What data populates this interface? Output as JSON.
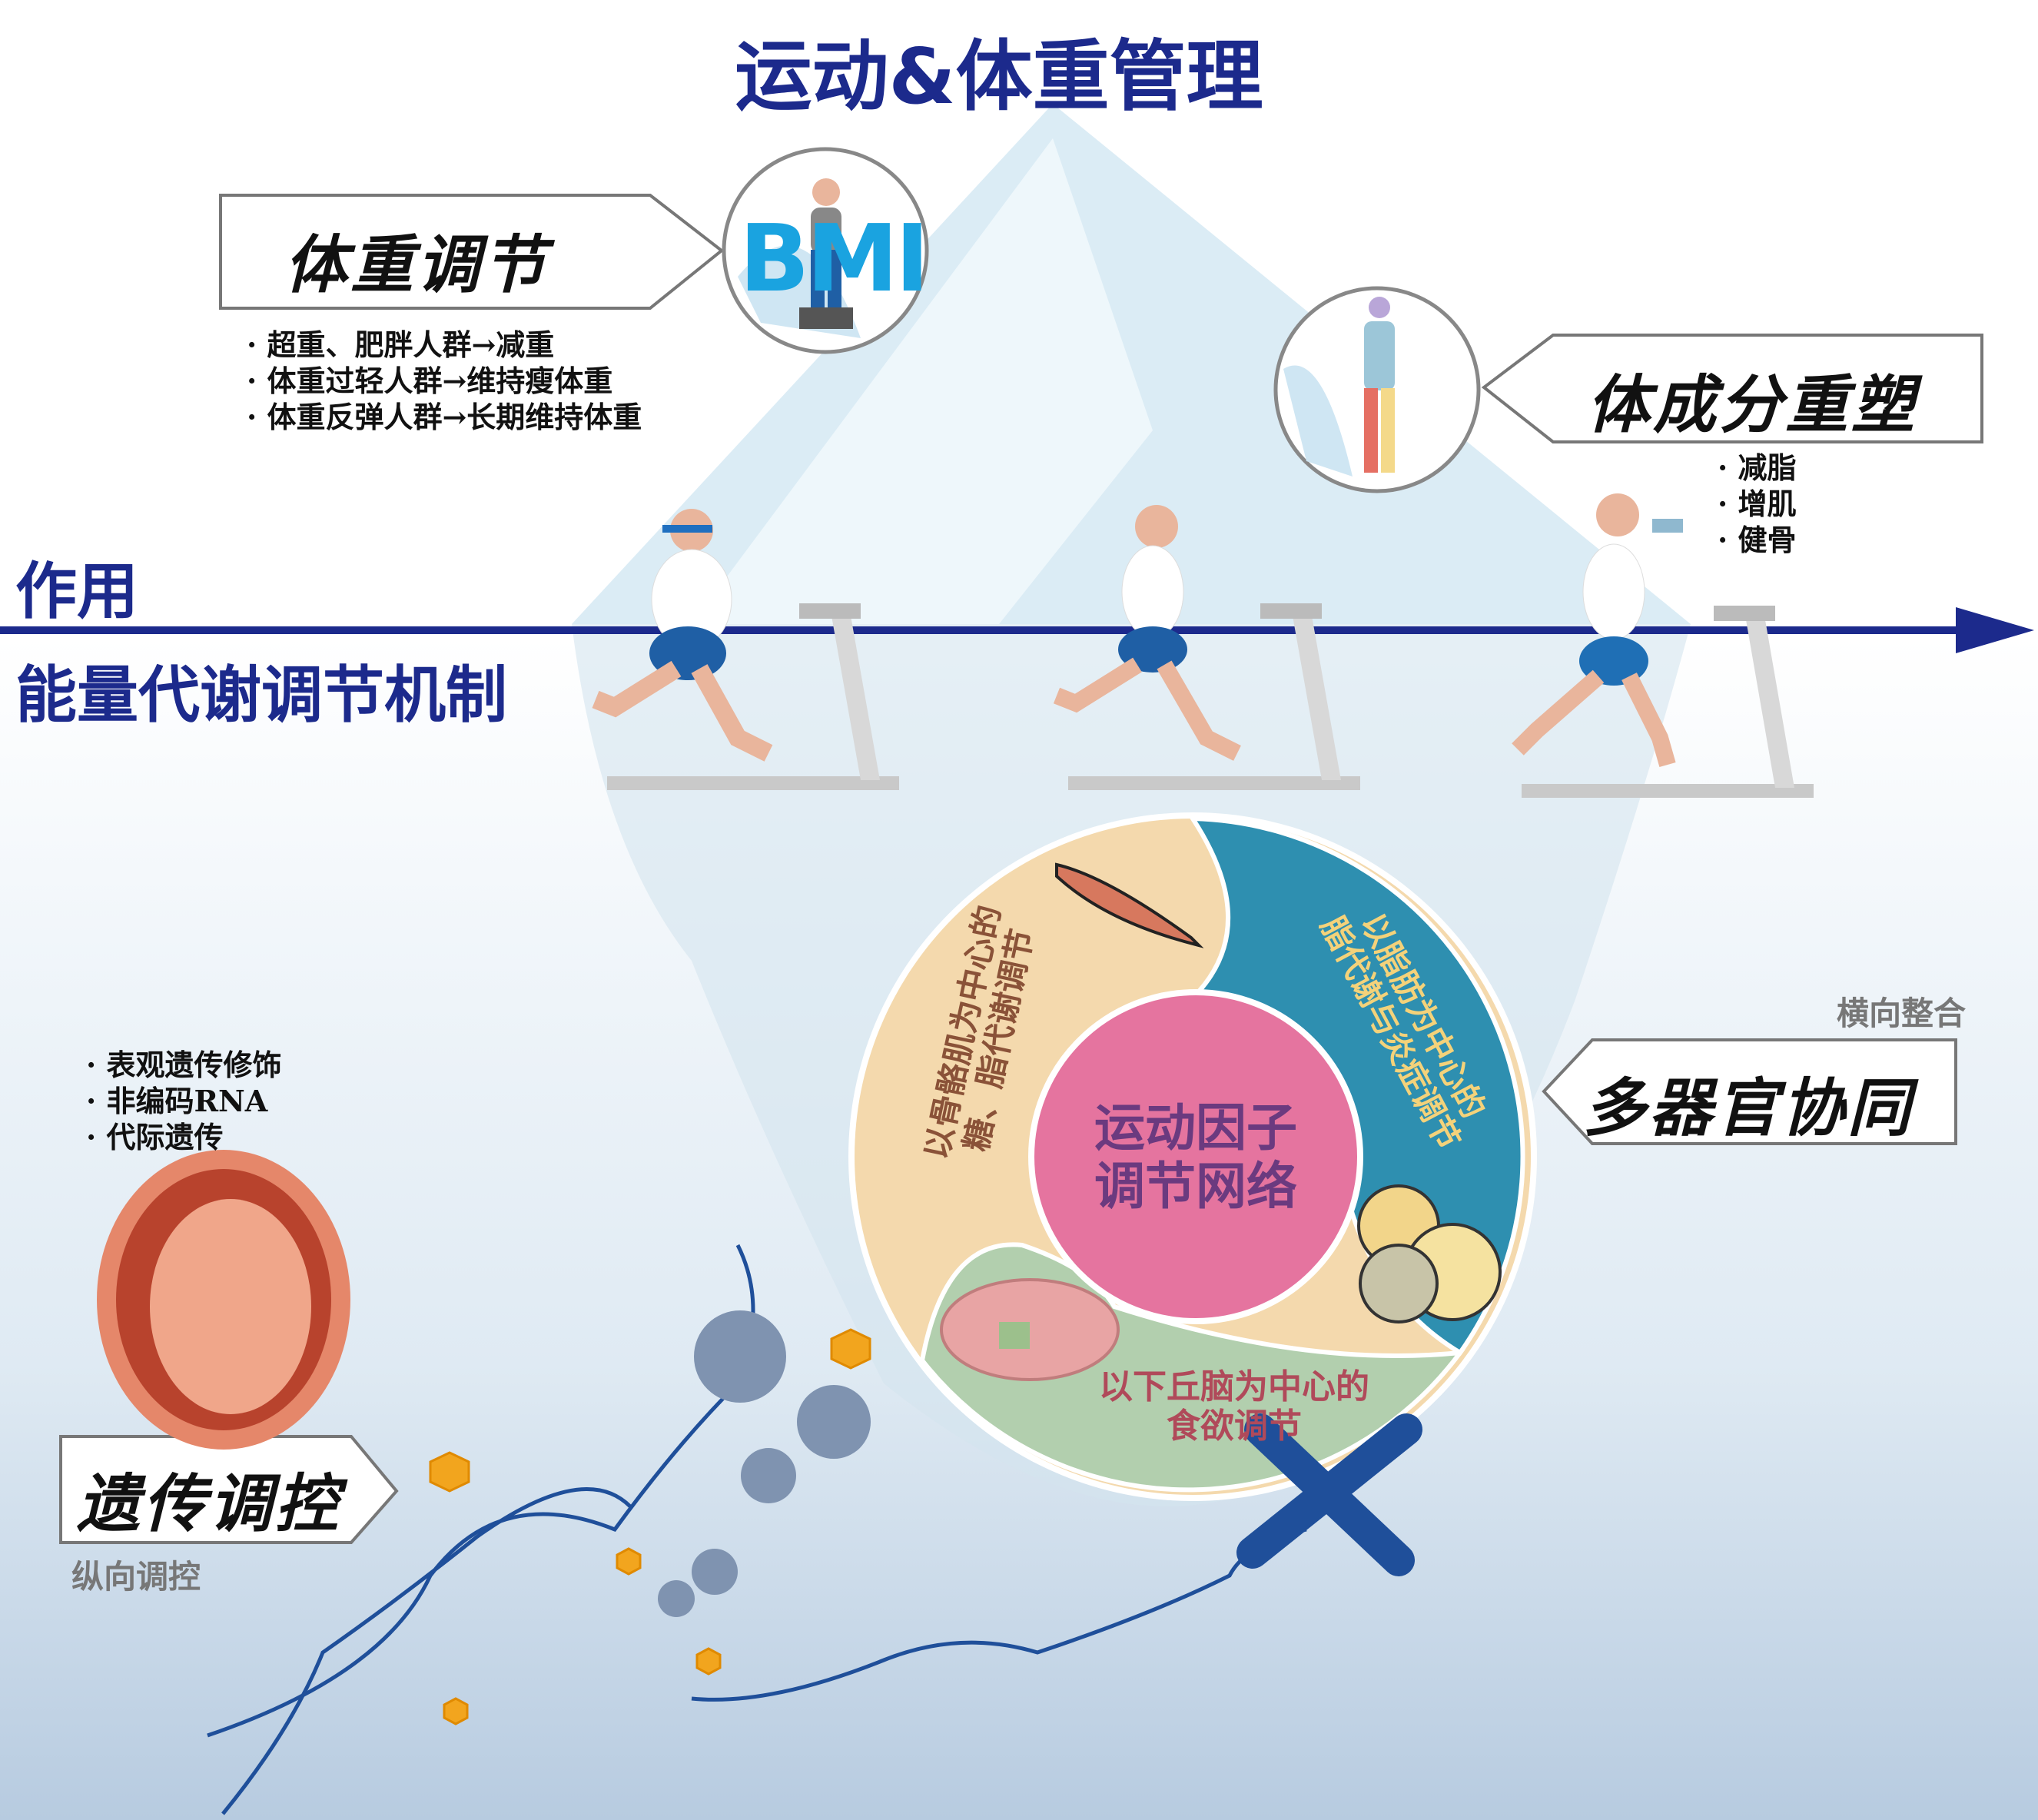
{
  "title": "运动&体重管理",
  "axis": {
    "top_label": "作用",
    "bottom_label": "能量代谢调节机制",
    "color": "#1c2a8c"
  },
  "weight": {
    "label": "体重调节",
    "icon_text": "BMI",
    "bullets": [
      "超重、肥胖人群→减重",
      "体重过轻人群→维持瘦体重",
      "体重反弹人群→长期维持体重"
    ]
  },
  "body": {
    "label": "体成分重塑",
    "bullets": [
      "减脂",
      "增肌",
      "健骨"
    ]
  },
  "organ": {
    "label": "多器官协同",
    "sub": "横向整合",
    "center": [
      "运动因子",
      "调节网络"
    ],
    "muscle": [
      "以骨骼肌为中心的",
      "糖、脂代谢调节"
    ],
    "fat": [
      "以脂肪为中心的",
      "脂代谢与炎症调节"
    ],
    "brain": [
      "以下丘脑为中心的",
      "食欲调节"
    ],
    "colors": {
      "muscle": "#f4d9ad",
      "fat": "#2e8fb0",
      "brain": "#b2cfae",
      "center": "#e5749f"
    }
  },
  "genetic": {
    "label": "遗传调控",
    "sub": "纵向调控",
    "bullets": [
      "表观遗传修饰",
      "非编码RNA",
      "代际遗传"
    ]
  }
}
